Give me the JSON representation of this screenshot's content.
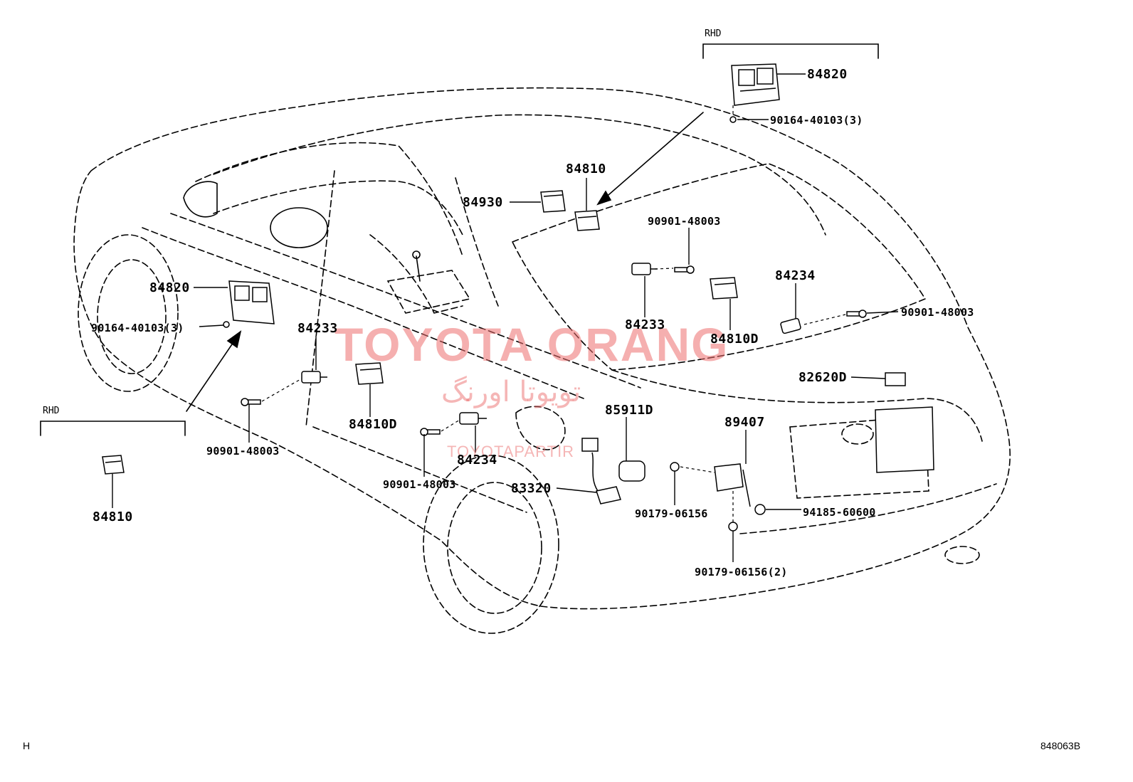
{
  "diagram_id": "848063B",
  "corner_mark": "H",
  "rhd_label": "RHD",
  "watermark": {
    "brand": "TOYOTA ORANG",
    "brand_fa": "تویوتا اورنگ",
    "site": "TOYOTAPARTIR"
  },
  "parts": {
    "p84820_rhd": "84820",
    "p90164_rhd": "90164-40103(3)",
    "p84810_top": "84810",
    "p84930": "84930",
    "p90901_a": "90901-48003",
    "p84234_r": "84234",
    "p90901_b": "90901-48003",
    "p84233_r": "84233",
    "p84810d_r": "84810D",
    "p82620d": "82620D",
    "p84820_l": "84820",
    "p90164_l": "90164-40103(3)",
    "p84233_l": "84233",
    "p84810d_l": "84810D",
    "p90901_c": "90901-48003",
    "p84810_rhd_l": "84810",
    "p85911d": "85911D",
    "p89407": "89407",
    "p84234_l": "84234",
    "p90901_d": "90901-48003",
    "p83320": "83320",
    "p90179_a": "90179-06156",
    "p94185": "94185-60600",
    "p90179_b": "90179-06156(2)"
  }
}
